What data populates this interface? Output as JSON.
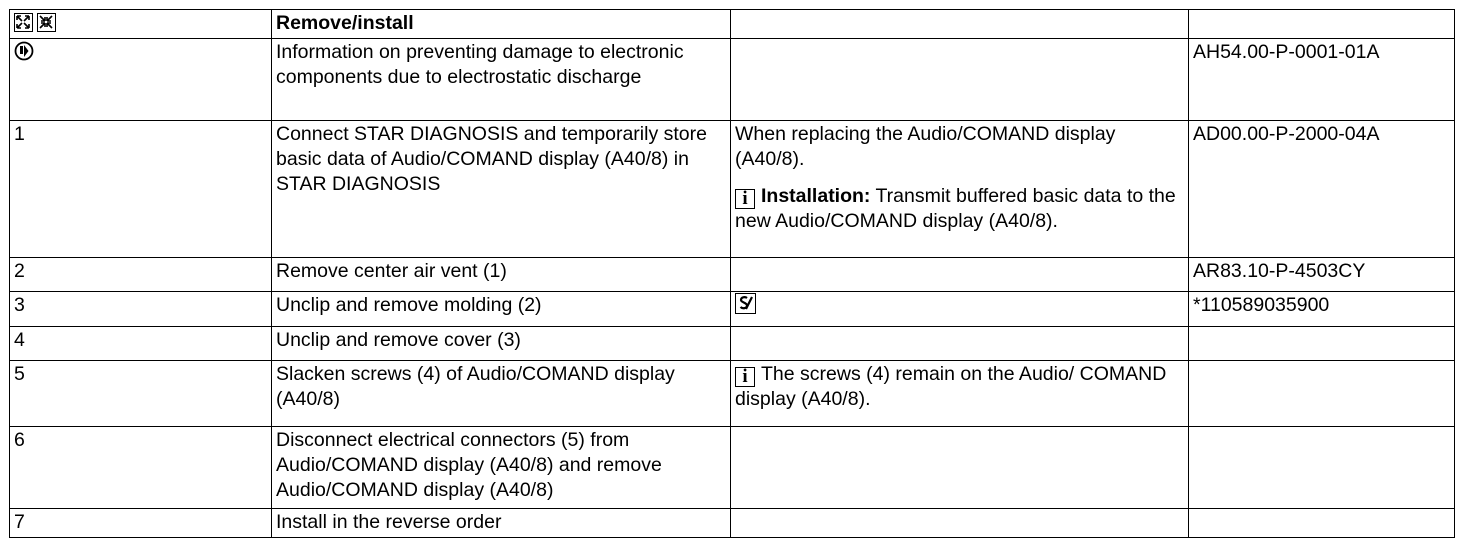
{
  "header": {
    "icons": [
      "expand-all-icon",
      "collapse-all-icon"
    ],
    "title": "Remove/install"
  },
  "rows": [
    {
      "step_icon": "esd-warning-icon",
      "step": "",
      "text": "Information on preventing damage to electronic components due to electrostatic discharge",
      "note": "",
      "ref": "AH54.00-P-0001-01A"
    },
    {
      "step": "1",
      "text": "Connect STAR DIAGNOSIS and temporarily store basic data of Audio/COMAND display (A40/8) in STAR DIAGNOSIS",
      "note": "When replacing the Audio/COMAND display (A40/8).",
      "note_icon": "info-icon",
      "note_bold": "Installation:",
      "note_extra": " Transmit buffered basic data to the new Audio/COMAND display (A40/8).",
      "ref": "AD00.00-P-2000-04A"
    },
    {
      "step": "2",
      "text": "Remove center air vent (1)",
      "note": "",
      "ref": "AR83.10-P-4503CY"
    },
    {
      "step": "3",
      "text": "Unclip and remove molding (2)",
      "note_icon": "special-tool-icon",
      "ref": "*110589035900"
    },
    {
      "step": "4",
      "text": "Unclip and remove cover (3)",
      "note": "",
      "ref": ""
    },
    {
      "step": "5",
      "text": "Slacken screws (4) of Audio/COMAND display (A40/8)",
      "note_icon": "info-icon",
      "note": "The screws (4) remain on the Audio/ COMAND display (A40/8).",
      "ref": ""
    },
    {
      "step": "6",
      "text": "Disconnect electrical connectors (5) from Audio/COMAND display (A40/8) and remove Audio/COMAND display (A40/8)",
      "note": "",
      "ref": ""
    },
    {
      "step": "7",
      "text": "Install in the reverse order",
      "note": "",
      "ref": ""
    }
  ]
}
